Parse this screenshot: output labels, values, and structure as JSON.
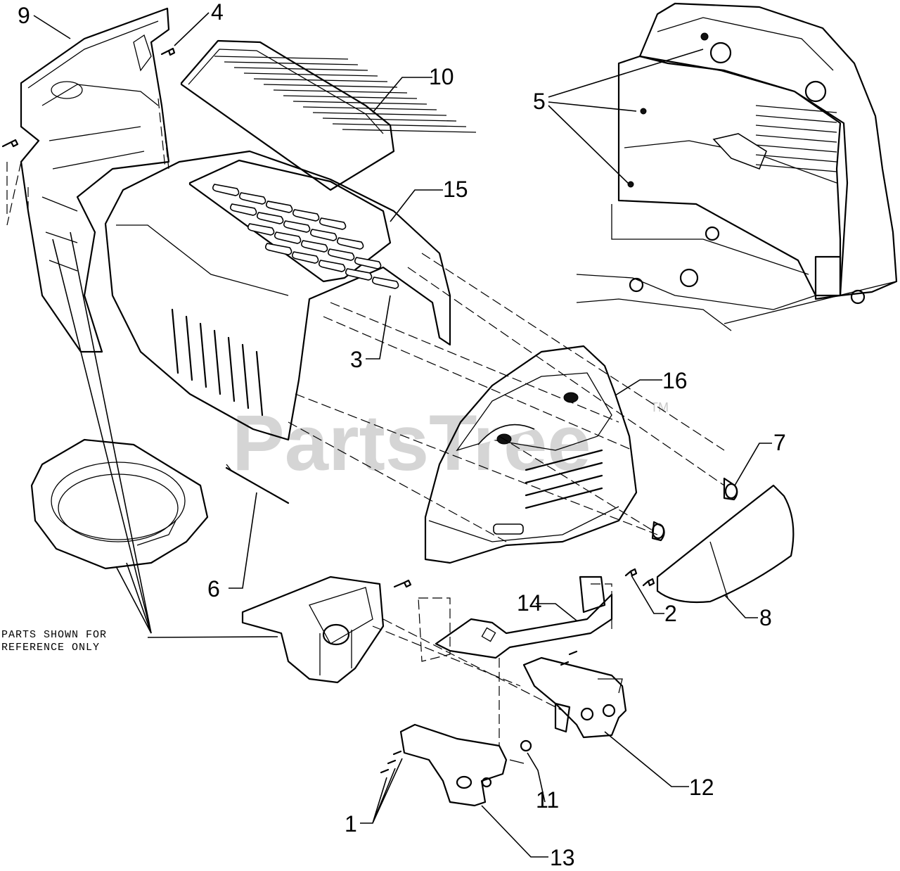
{
  "callouts": [
    "1",
    "2",
    "3",
    "4",
    "5",
    "6",
    "7",
    "8",
    "9",
    "10",
    "11",
    "12",
    "13",
    "14",
    "15",
    "16"
  ],
  "note": {
    "line1": "PARTS SHOWN FOR",
    "line2": "REFERENCE ONLY"
  },
  "watermark": {
    "text": "PartsTree",
    "tm": "TM"
  },
  "colors": {
    "ink": "#000000",
    "watermark": "#c8c8c8",
    "background": "#ffffff"
  }
}
